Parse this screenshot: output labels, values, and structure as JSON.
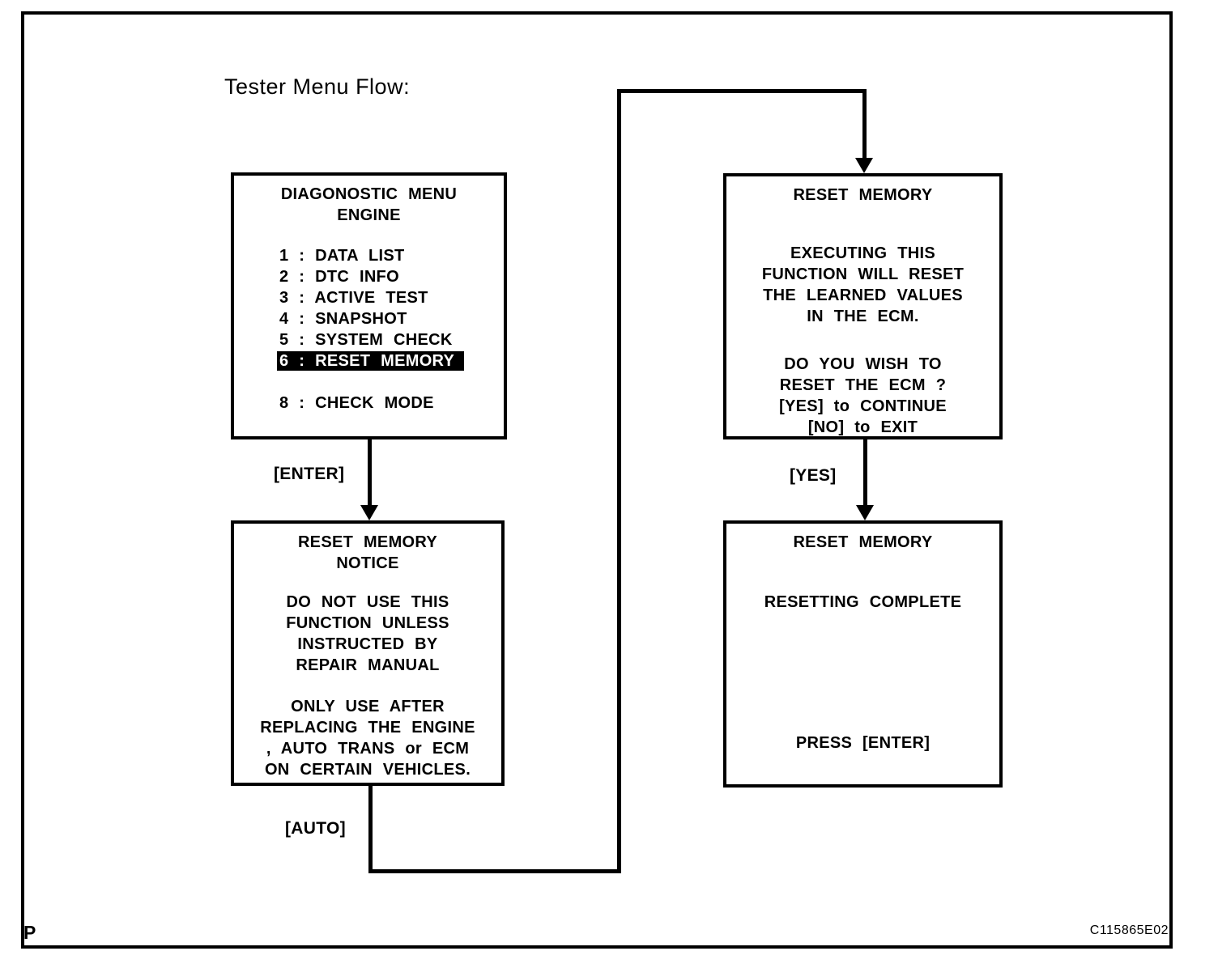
{
  "title": "Tester Menu Flow:",
  "footer": {
    "page_letter": "P",
    "figure_code": "C115865E02"
  },
  "colors": {
    "ink": "#000000",
    "paper": "#ffffff",
    "highlight_bg": "#000000",
    "highlight_text": "#ffffff"
  },
  "connectors": {
    "enter_label": "[ENTER]",
    "yes_label": "[YES]",
    "auto_label": "[AUTO]"
  },
  "screens": {
    "diagnostic_menu": {
      "title_line1": "DIAGONOSTIC MENU",
      "title_line2": "ENGINE",
      "items": [
        {
          "label": "1 : DATA LIST",
          "highlighted": false
        },
        {
          "label": "2 : DTC INFO",
          "highlighted": false
        },
        {
          "label": "3 : ACTIVE TEST",
          "highlighted": false
        },
        {
          "label": "4 : SNAPSHOT",
          "highlighted": false
        },
        {
          "label": "5 : SYSTEM CHECK",
          "highlighted": false
        },
        {
          "label": "6 : RESET MEMORY",
          "highlighted": true
        },
        {
          "label": "8 : CHECK MODE",
          "highlighted": false
        }
      ]
    },
    "reset_memory_confirm": {
      "title": "RESET MEMORY",
      "warning_lines": [
        "EXECUTING THIS",
        "FUNCTION WILL RESET",
        "THE LEARNED VALUES",
        "IN THE ECM."
      ],
      "question_lines": [
        "DO YOU WISH TO",
        "RESET THE ECM ?",
        "[YES] to CONTINUE",
        "[NO] to EXIT"
      ]
    },
    "reset_memory_notice": {
      "title_line1": "RESET MEMORY",
      "title_line2": "NOTICE",
      "caution_lines": [
        "DO NOT USE THIS",
        "FUNCTION UNLESS",
        "INSTRUCTED BY",
        "REPAIR MANUAL"
      ],
      "usage_lines": [
        "ONLY USE AFTER",
        "REPLACING THE ENGINE",
        ", AUTO TRANS or ECM",
        "ON CERTAIN VEHICLES."
      ]
    },
    "reset_memory_complete": {
      "title": "RESET MEMORY",
      "status": "RESETTING COMPLETE",
      "prompt": "PRESS [ENTER]"
    }
  }
}
